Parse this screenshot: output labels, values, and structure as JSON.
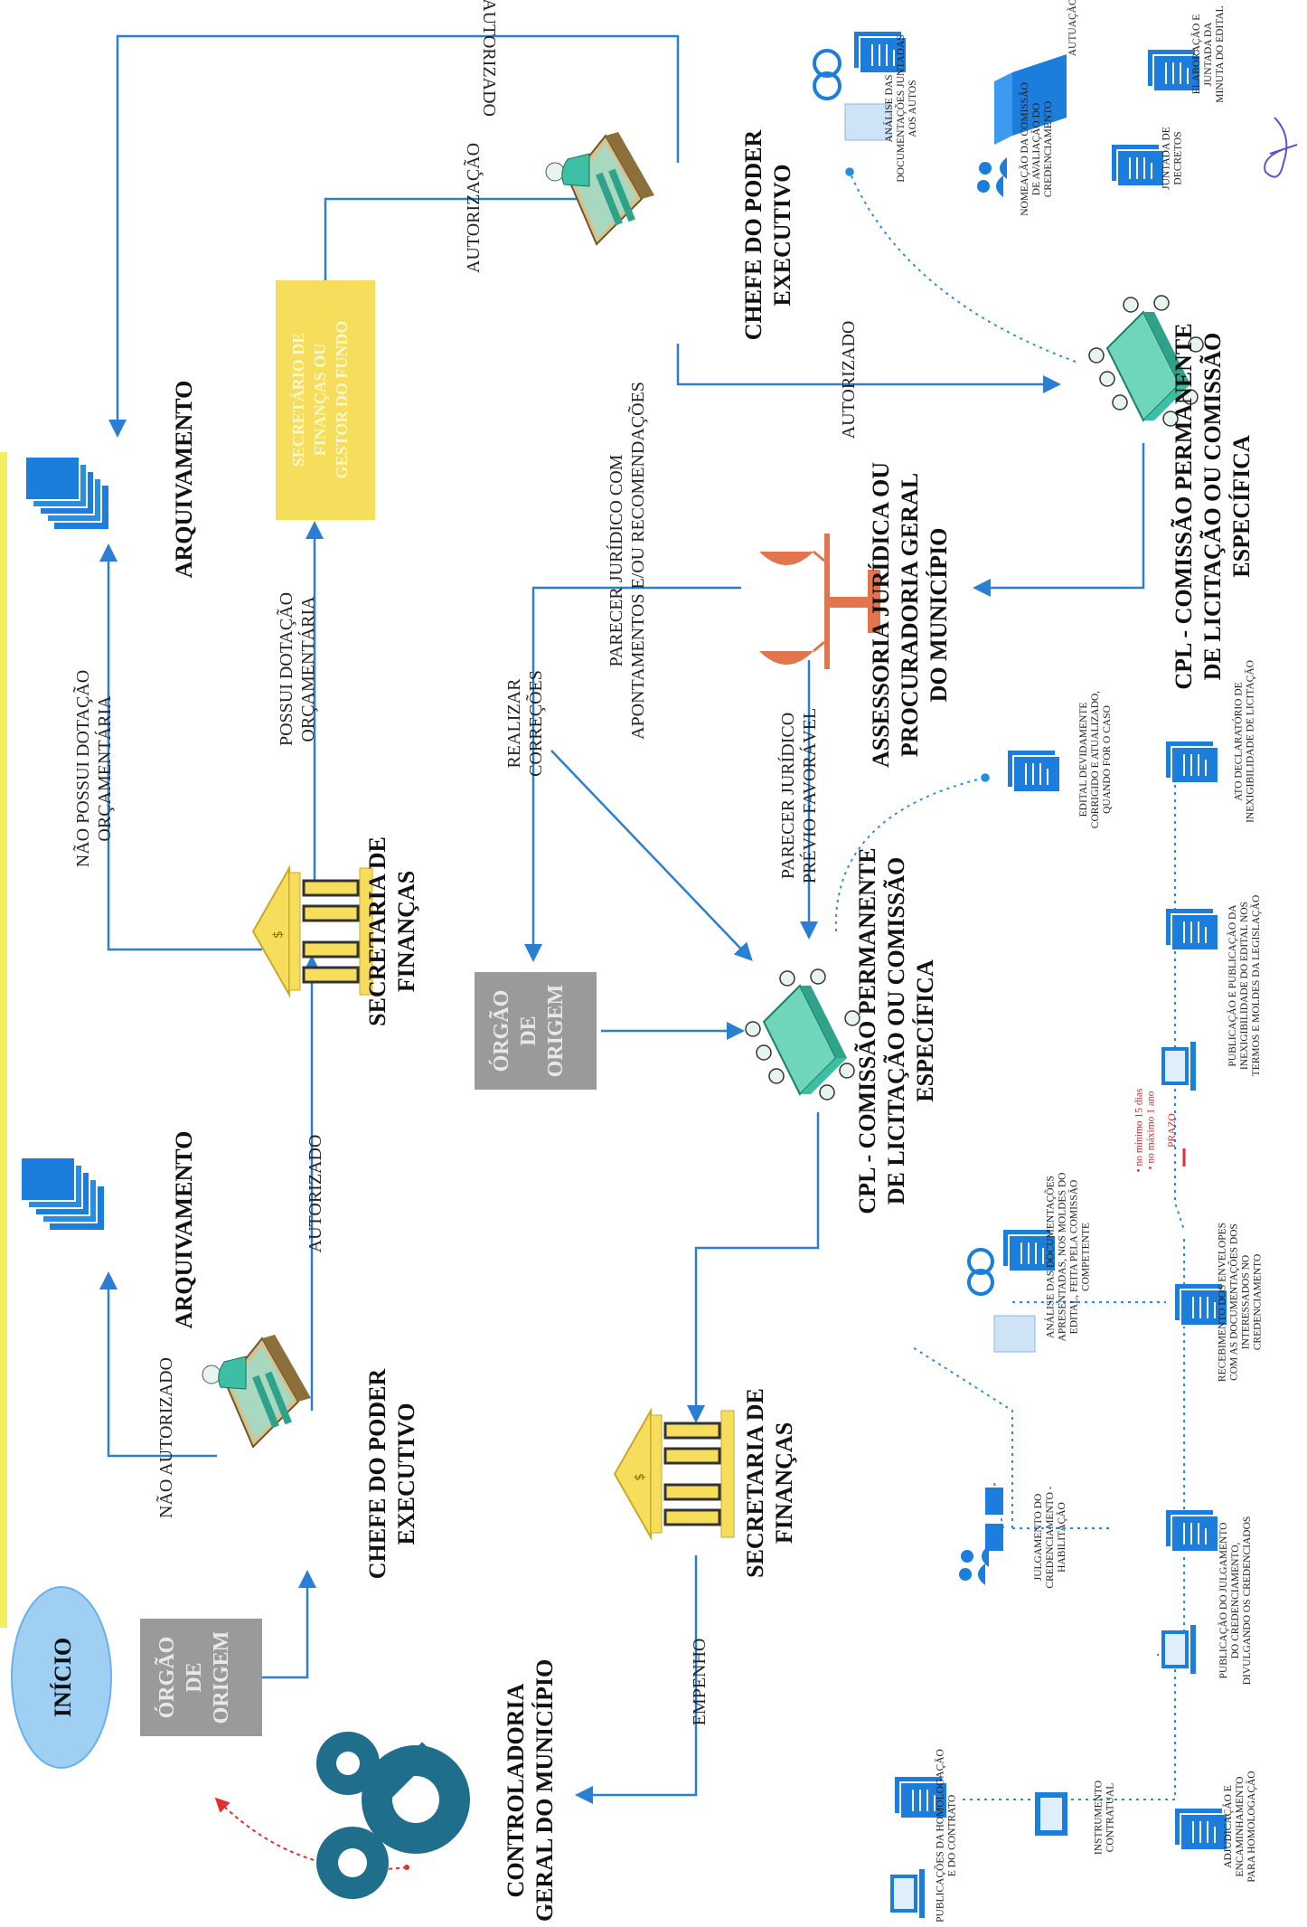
{
  "nodes": {
    "inicio": "INÍCIO",
    "orgao_origem_1": [
      "ÓRGÃO",
      "DE",
      "ORIGEM"
    ],
    "orgao_origem_2": [
      "ÓRGÃO",
      "DE",
      "ORIGEM"
    ],
    "chefe_1": [
      "CHEFE DO PODER",
      "EXECUTIVO"
    ],
    "chefe_2": [
      "CHEFE DO PODER",
      "EXECUTIVO"
    ],
    "arquivamento_1": "ARQUIVAMENTO",
    "arquivamento_2": "ARQUIVAMENTO",
    "sec_financas_1": [
      "SECRETARIA DE",
      "FINANÇAS"
    ],
    "sec_financas_2": [
      "SECRETARIA DE",
      "FINANÇAS"
    ],
    "secretario": [
      "SECRETÁRIO DE",
      "FINANÇAS OU",
      "GESTOR DO FUNDO"
    ],
    "cpl_1": [
      "CPL - COMISSÃO PERMANENTE",
      "DE LICITAÇÃO OU COMISSÃO",
      "ESPECÍFICA"
    ],
    "cpl_2": [
      "CPL - COMISSÃO PERMANENTE",
      "DE LICITAÇÃO OU COMISSÃO",
      "ESPECÍFICA"
    ],
    "assessoria": [
      "ASSESSORIA JURÍDICA OU",
      "PROCURADORIA GERAL",
      "DO MUNICÍPIO"
    ],
    "controladoria": [
      "CONTROLADORIA",
      "GERAL DO MUNICÍPIO"
    ]
  },
  "edges": {
    "nao_autorizado_1": "NÃO AUTORIZADO",
    "autorizado_1": "AUTORIZADO",
    "nao_possui": [
      "NÃO POSSUI DOTAÇÃO",
      "ORÇAMENTÁRIA"
    ],
    "possui": [
      "POSSUI DOTAÇÃO",
      "ORÇAMENTÁRIA"
    ],
    "autorizacao": "AUTORIZAÇÃO",
    "nao_autorizado_top": "NÃO AUTORIZADO",
    "autorizado_2": "AUTORIZADO",
    "realizar": [
      "REALIZAR",
      "CORREÇÕES"
    ],
    "parecer_com": [
      "PARECER JURÍDICO COM",
      "APONTAMENTOS E/OU RECOMENDAÇÕES"
    ],
    "parecer_favoravel": [
      "PARECER JURÍDICO",
      "PRÉVIO FAVORÁVEL"
    ],
    "empenho": "EMPENHO"
  },
  "steps_top": {
    "analise_docs": [
      "ANÁLISE DAS",
      "DOCUMENTAÇÕES JUNTADAS",
      "AOS AUTOS"
    ],
    "autuacao": "AUTUAÇÃO",
    "elaboracao": [
      "ELABORAÇÃO E",
      "JUNTADA DA",
      "MINUTA DO EDITAL"
    ],
    "nomeacao": [
      "NOMEAÇÃO DA COMISSÃO",
      "DE AVALIAÇÃO DO",
      "CREDENCIAMENTO"
    ],
    "juntada_decretos": [
      "JUNTADA DE",
      "DECRETOS"
    ]
  },
  "steps_bottom": {
    "edital": [
      "EDITAL DEVIDAMENTE",
      "CORRIGIDO E ATUALIZADO,",
      "QUANDO FOR O CASO"
    ],
    "ato": [
      "ATO DECLARATÓRIO DE",
      "INEXIGIBILIDADE DE LICITAÇÃO"
    ],
    "publicacao_inex": [
      "PUBLICAÇÃO E PUBLICAÇÃO DA",
      "INEXIGIBILIDADE DO EDITAL NOS",
      "TERMOS E MOLDES DA LEGISLAÇÃO"
    ],
    "prazo": "PRAZO",
    "prazo_notes": [
      "• no mínimo 15 dias",
      "• no máximo 1 ano"
    ],
    "recebimento": [
      "RECEBIMENTO DOS ENVELOPES",
      "COM AS DOCUMENTAÇÕES DOS",
      "INTERESSADOS NO",
      "CREDENCIAMENTO"
    ],
    "analise_apresentadas": [
      "ANÁLISE DAS DOCUMENTAÇÕES",
      "APRESENTADAS, NOS MOLDES DO",
      "EDITAL, FEITA PELA COMISSÃO",
      "COMPETENTE"
    ],
    "julgamento": [
      "JULGAMENTO DO",
      "CREDENCIAMENTO -",
      "HABILITAÇÃO"
    ],
    "publicacao_julg": [
      "PUBLICAÇÃO DO JULGAMENTO",
      "DO CREDENCIAMENTO,",
      "DIVULGANDO OS CREDENCIADOS"
    ],
    "publicacoes_homol": [
      "PUBLICAÇÕES DA HOMOLOGAÇÃO",
      "E DO CONTRATO"
    ],
    "instrumento": [
      "INSTRUMENTO",
      "CONTRATUAL"
    ],
    "adjudicacao": [
      "ADJUDICAÇÃO E",
      "ENCAMINHAMENTO",
      "PARA HOMOLOGAÇÃO"
    ]
  },
  "colors": {
    "arrow": "#2a7fd4",
    "dotted": "#2a8ee0",
    "red_dotted": "#e03030",
    "oval": "#9fd0f4",
    "gray_box": "#9a9a9a",
    "yellow": "#f6dd5c",
    "doc_blue": "#1b7ddc",
    "gear": "#1f6e8c",
    "scale": "#e2744e",
    "teal": "#3cbfa4"
  }
}
